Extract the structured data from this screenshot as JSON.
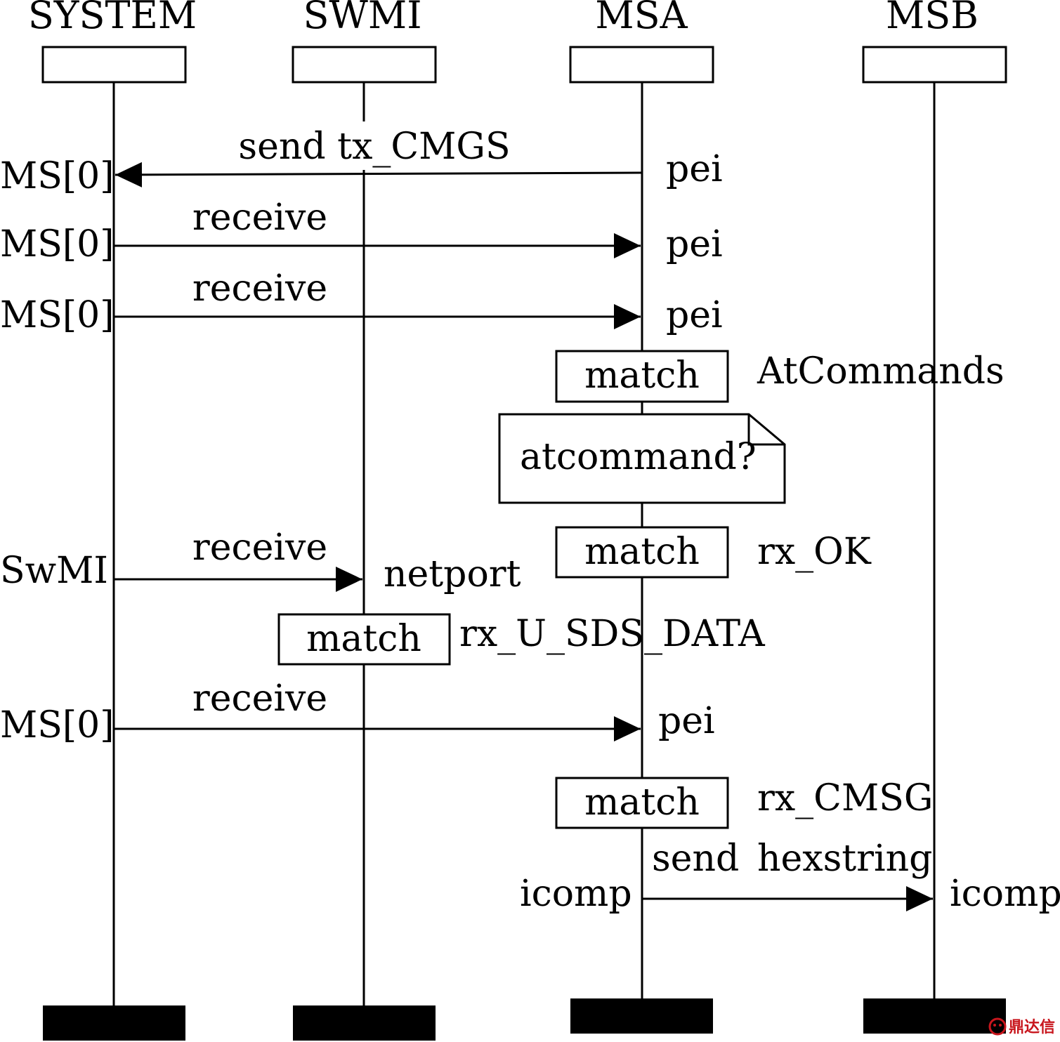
{
  "lifelines": [
    {
      "name": "SYSTEM"
    },
    {
      "name": "SWMI"
    },
    {
      "name": "MSA"
    },
    {
      "name": "MSB"
    }
  ],
  "messages": [
    {
      "label": "send tx_CMGS",
      "left_port": "MS[0]",
      "right_port": "pei"
    },
    {
      "label": "receive",
      "left_port": "MS[0]",
      "right_port": "pei"
    },
    {
      "label": "receive",
      "left_port": "MS[0]",
      "right_port": "pei"
    },
    {
      "label": "receive",
      "left_port": "SwMI",
      "right_port": "netport"
    },
    {
      "label": "receive",
      "left_port": "MS[0]",
      "right_port": "pei"
    },
    {
      "label_left": "send",
      "label_right": "hexstring",
      "left_port": "icomp",
      "right_port": "icomp"
    }
  ],
  "actions": [
    {
      "label": "match",
      "note": "AtCommands"
    },
    {
      "label": "match",
      "note": "rx_OK"
    },
    {
      "label": "match",
      "note": "rx_U_SDS_DATA"
    },
    {
      "label": "match",
      "note": "rx_CMSG"
    }
  ],
  "comment": {
    "text": "atcommand?"
  },
  "watermark": {
    "text": "鼎达信",
    "color": "#c8161d"
  }
}
